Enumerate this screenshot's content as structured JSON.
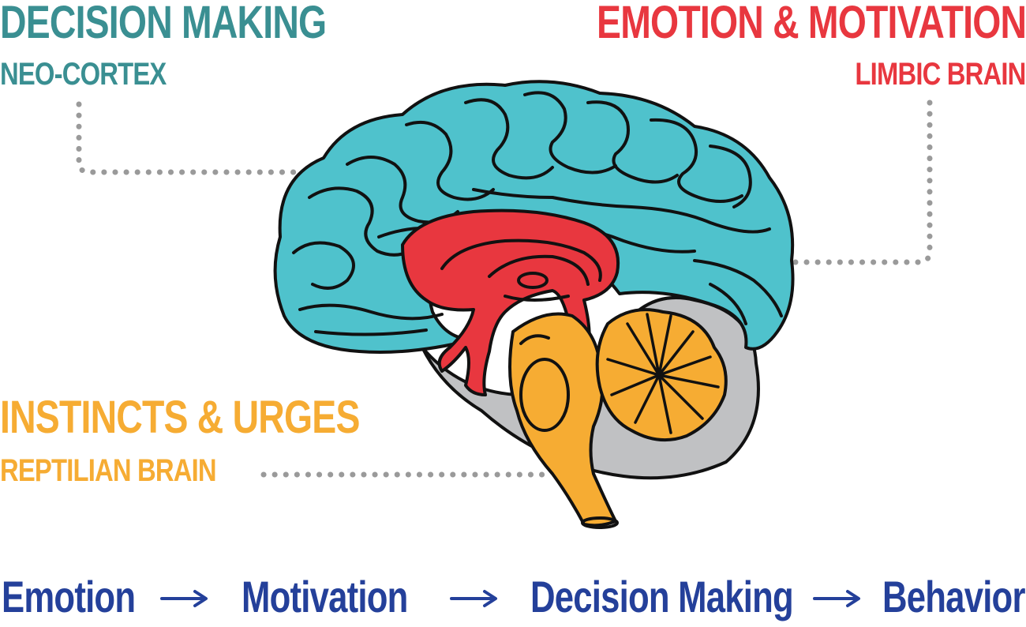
{
  "colors": {
    "neocortex": "#4fc2cc",
    "neocortex_text": "#3a8f92",
    "limbic": "#e8373f",
    "reptilian": "#f6ac33",
    "cerebellum_base": "#c0c1c3",
    "outline": "#111111",
    "dotted_line": "#9a9a9a",
    "flow_text": "#24409a"
  },
  "labels": {
    "neocortex": {
      "title": "DECISION MAKING",
      "subtitle": "NEO-CORTEX"
    },
    "limbic": {
      "title": "EMOTION & MOTIVATION",
      "subtitle": "LIMBIC BRAIN"
    },
    "reptilian": {
      "title": "INSTINCTS & URGES",
      "subtitle": "REPTILIAN BRAIN"
    }
  },
  "flow": {
    "steps": [
      "Emotion",
      "Motivation",
      "Decision Making",
      "Behavior"
    ],
    "connector_icon": "arrow-right-icon"
  }
}
